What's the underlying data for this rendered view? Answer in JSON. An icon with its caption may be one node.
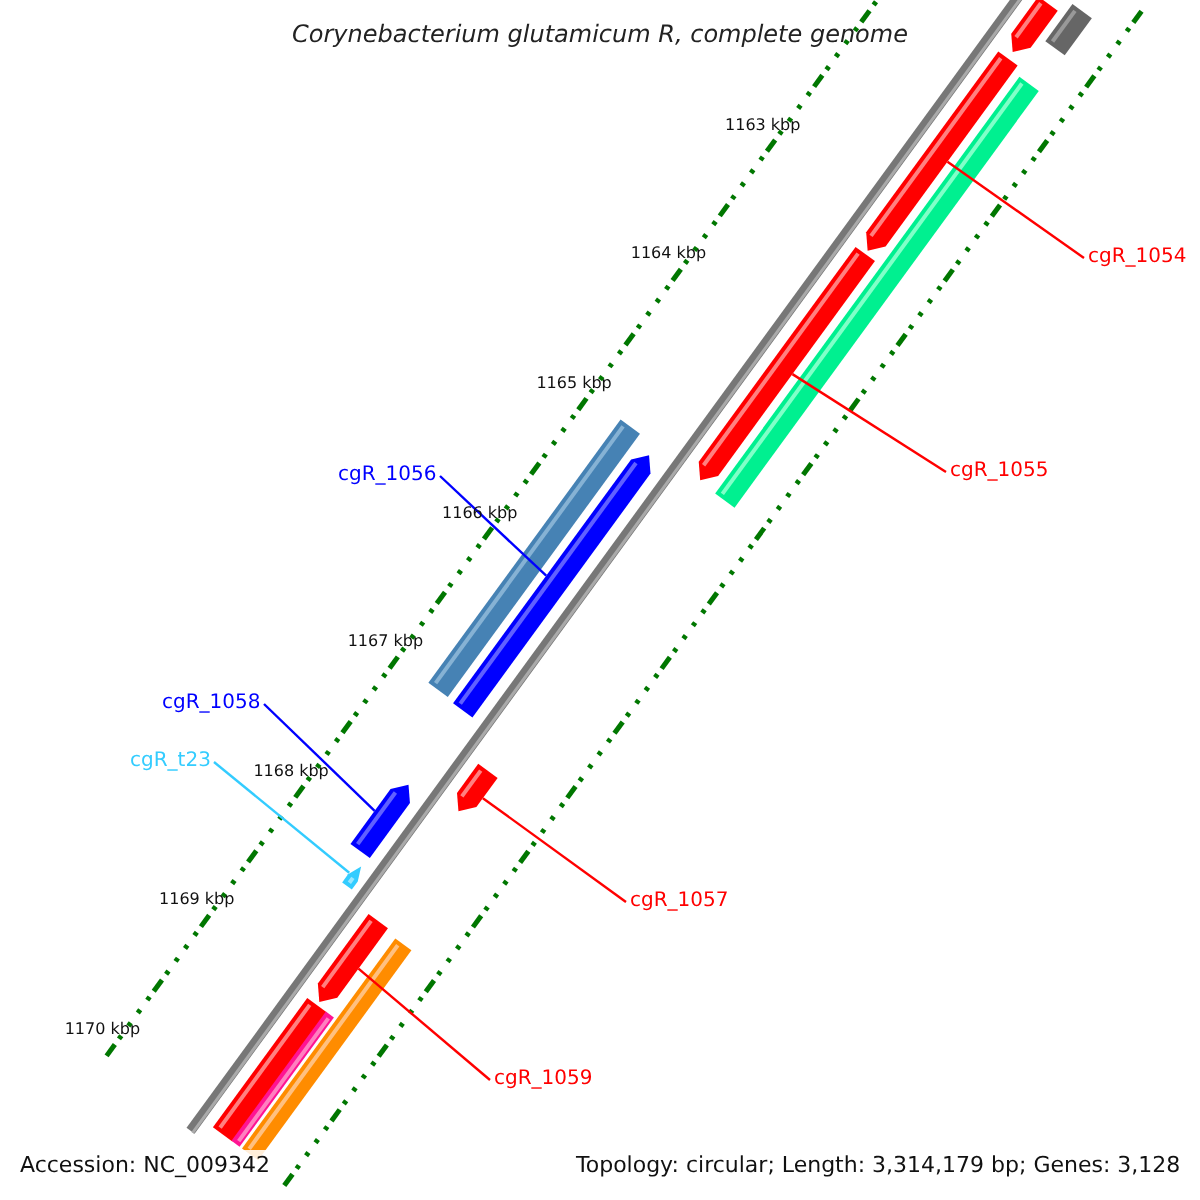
{
  "diagram": {
    "title": "Corynebacterium glutamicum R, complete genome",
    "nodes": [
      {
        "text": [
          "cgR_1054"
        ]
      },
      {
        "text": [
          "cgR_1055"
        ]
      },
      {
        "text": [
          "cgR_1056"
        ]
      },
      {
        "text": [
          "cgR_1058"
        ]
      },
      {
        "text": [
          "cgR_t23"
        ]
      },
      {
        "text": [
          "cgR_1057"
        ]
      },
      {
        "text": [
          "cgR_1059"
        ]
      },
      {
        "text": [],
        "shape": "bar"
      },
      {
        "text": [],
        "shape": "bar"
      },
      {
        "text": [],
        "shape": "bar"
      },
      {
        "text": [],
        "shape": "bar"
      },
      {
        "text": [],
        "shape": "bar"
      },
      {
        "text": [],
        "shape": "bar"
      },
      {
        "text": [],
        "shape": "bar"
      },
      {
        "text": [],
        "shape": "bar"
      },
      {
        "text": [],
        "shape": "bar"
      },
      {
        "text": [],
        "shape": "bar"
      },
      {
        "text": [],
        "shape": "bar"
      },
      {
        "text": [],
        "shape": "bar"
      },
      {
        "text": [],
        "shape": "bar"
      },
      {
        "text": [],
        "shape": "bar"
      }
    ],
    "edges": [
      {
        "from": 0,
        "to": 9,
        "arrow": "none"
      },
      {
        "from": 1,
        "to": 11,
        "arrow": "none"
      },
      {
        "from": 2,
        "to": 13,
        "arrow": "none",
        "color": "#0000ff"
      },
      {
        "from": 3,
        "to": 15,
        "arrow": "none",
        "color": "#0000ff"
      },
      {
        "from": 4,
        "to": 16,
        "arrow": "none",
        "color": "#33ccff"
      },
      {
        "from": 5,
        "to": 14,
        "arrow": "none"
      },
      {
        "from": 6,
        "to": 17,
        "arrow": "none"
      }
    ],
    "labels": [
      "1163 kbp",
      "1164 kbp",
      "1165 kbp",
      "1166 kbp",
      "1167 kbp",
      "1168 kbp",
      "1169 kbp",
      "1170 kbp",
      "Accession: NC_009342",
      "Topology: circular; Length: 3,314,179 bp; Genes: 3,128"
    ]
  }
}
